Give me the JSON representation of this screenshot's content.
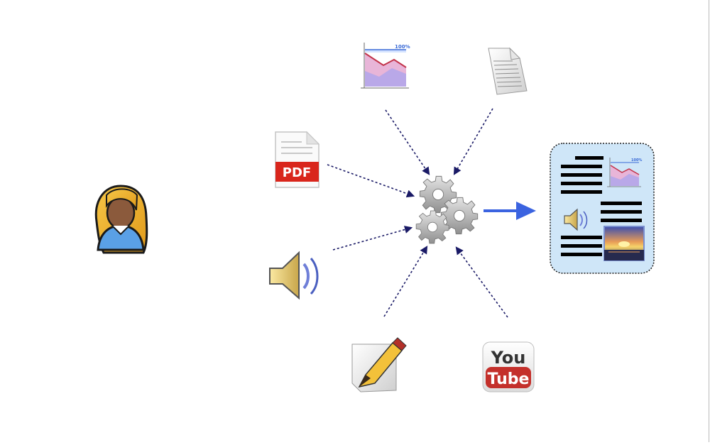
{
  "pdf_icon": {
    "label": "PDF"
  },
  "chart_icon": {
    "label": "100%"
  },
  "result_chart_icon": {
    "label": "100%"
  },
  "youtube_icon": {
    "top_text": "You",
    "bottom_text": "Tube"
  },
  "colors": {
    "arrow_dotted": "#1a1a66",
    "arrow_output": "#3b63e0",
    "result_panel_fill": "#cfe6f8",
    "pdf_red": "#d9261c",
    "youtube_red": "#c4302b"
  }
}
